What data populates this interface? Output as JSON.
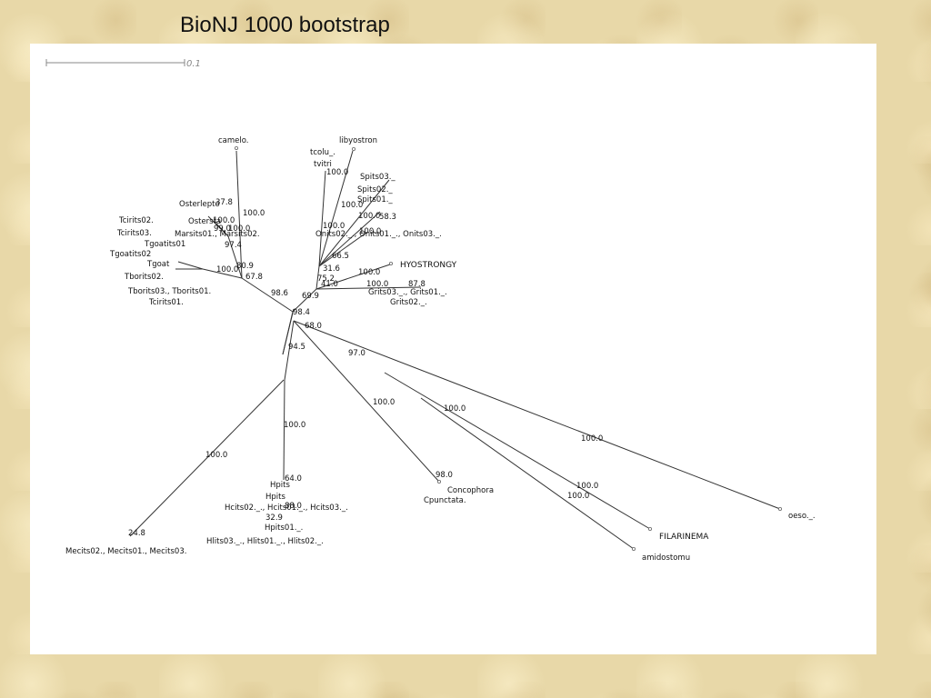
{
  "slide": {
    "title": "BioNJ 1000 bootstrap"
  },
  "scale_bar": {
    "label": "0.1"
  },
  "taxa": {
    "camelo": "camelo.",
    "libyostron": "libyostron",
    "tcolu": "tcolu_.",
    "tvitri": "tvitri",
    "spits03": "Spits03._",
    "spits02": "Spits02._",
    "spits01": "Spits01._",
    "onits": "Onits02._., Onits01._., Onits03._.",
    "hyostrongy": "HYOSTRONGY",
    "grits_a": "Grits03._., Grits01._.",
    "grits_b": "Grits02._.",
    "osterlepto": "Osterlepto",
    "ostersta": "Ostersta",
    "marsits": "Marsits01., Marsits02.",
    "tcirits02": "Tcirits02.",
    "tcirits03": "Tcirits03.",
    "tgoatits01": "Tgoatits01",
    "tgoatits02": "Tgoatits02",
    "tgoat": "Tgoat",
    "tborits02": "Tborits02.",
    "tborits_a": "Tborits03., Tborits01.",
    "tcirits01": "Tcirits01.",
    "hpits_a": "Hpits",
    "hpits_b": "Hpits",
    "hcits": "Hcits02._., Hcits01._., Hcits03._.",
    "hpits01": "Hpits01._.",
    "hlits": "Hlits03._., Hlits01._., Hlits02._.",
    "mecits": "Mecits02., Mecits01., Mecits03.",
    "concophora": "Concophora",
    "cpunctata": "Cpunctata.",
    "oeso": "oeso._.",
    "filarinema": "FILARINEMA",
    "amidostomu": "amidostomu"
  },
  "bootstrap": {
    "b_100_camelo": "100.0",
    "b_37_8": "37.8",
    "b_100_ost": "100.0",
    "b_99_0": "99.0",
    "b_100_0_mar": "100.0",
    "b_97_4": "97.4",
    "b_80_9": "80.9",
    "b_100_tg": "100.0",
    "b_67_8": "67.8",
    "b_98_6": "98.6",
    "b_69_9": "69.9",
    "b_98_4": "98.4",
    "b_68_0": "68.0",
    "b_94_5": "94.5",
    "b_97_0": "97.0",
    "b_100_cp": "100.0",
    "b_100_fil_a": "100.0",
    "b_100_oeso": "100.0",
    "b_100_fil_b": "100.0",
    "b_100_fil_c": "100.0",
    "b_100_h": "100.0",
    "b_100_me": "100.0",
    "b_64_0": "64.0",
    "b_98_0": "98.0",
    "b_88_0": "88.0",
    "b_24_8": "24.8",
    "b_32_9": "32.9",
    "b_100_lib": "100.0",
    "b_100_tv": "100.0",
    "b_100_sp": "100.0",
    "b_100_sp2": "100.0",
    "b_58_3": "58.3",
    "b_100_on": "100.0",
    "b_100_on2": "100.0",
    "b_66_5": "66.5",
    "b_31_6": "31.6",
    "b_75_2": "75.2",
    "b_41_0": "41.0",
    "b_100_hy": "100.0",
    "b_100_gr": "100.0",
    "b_87_8": "87.8"
  },
  "colors": {
    "background": "#e8d8a8",
    "panel": "#ffffff",
    "line": "#333333",
    "scale": "#888888"
  }
}
